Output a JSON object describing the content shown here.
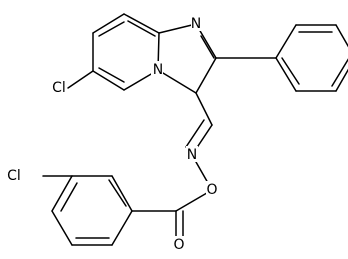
{
  "molecule": {
    "atoms": {
      "n_imine": "N",
      "n_bridge": "N",
      "n_oxime": "N",
      "o_ester": "O",
      "o_carbonyl": "O",
      "cl_pyridine": "Cl",
      "cl_benzoyl": "Cl"
    }
  }
}
